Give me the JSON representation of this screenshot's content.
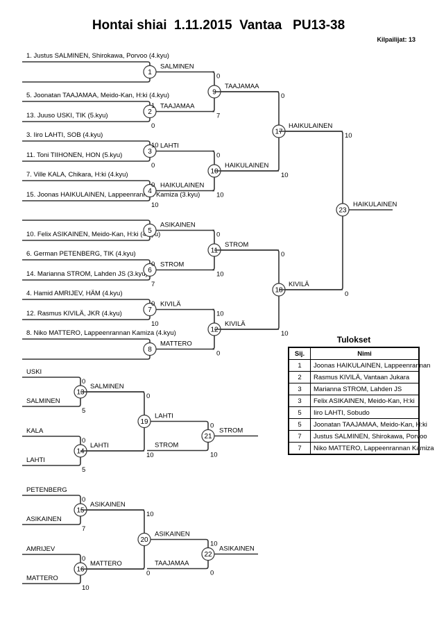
{
  "header": {
    "title": "Hontai shiai  1.11.2015  Vantaa   PU13-38",
    "competitors_label": "Kilpailijat: 13"
  },
  "main_bracket": {
    "entrants": [
      "1. Justus SALMINEN, Shirokawa, Porvoo (4.kyu)",
      "",
      "5. Joonatan TAAJAMAA, Meido-Kan, H:ki (4.kyu)",
      "13. Juuso USKI, TIK (5.kyu)",
      "3. Iiro LAHTI, SOB (4.kyu)",
      "11. Toni TIIHONEN, HON (5.kyu)",
      "7. Ville KALA, Chikara, H:ki (4.kyu)",
      "15. Joonas  HAIKULAINEN, Lappeenrannan Kamiza (3.kyu)",
      "",
      "10. Felix ASIKAINEN, Meido-Kan, H:ki (4.kyu)",
      "6. German PETENBERG, TIK (4.kyu)",
      "14. Marianna  STROM, Lahden JS (3.kyu)",
      "4. Hamid AMRIJEV, HÄM (4.kyu)",
      "12. Rasmus KIVILÄ, JKR (4.kyu)",
      "8. Niko MATTERO, Lappeenrannan Kamiza (4.kyu)",
      ""
    ],
    "round1": [
      {
        "num": "1",
        "winner": "SALMINEN",
        "scores": [
          "",
          ""
        ]
      },
      {
        "num": "2",
        "winner": "TAAJAMAA",
        "scores": [
          "1",
          "0"
        ]
      },
      {
        "num": "3",
        "winner": "LAHTI",
        "scores": [
          "10",
          "0"
        ]
      },
      {
        "num": "4",
        "winner": "HAIKULAINEN",
        "scores": [
          "0",
          "10"
        ]
      },
      {
        "num": "5",
        "winner": "ASIKAINEN",
        "scores": [
          "",
          ""
        ]
      },
      {
        "num": "6",
        "winner": "STROM",
        "scores": [
          "0",
          "7"
        ]
      },
      {
        "num": "7",
        "winner": "KIVILÄ",
        "scores": [
          "0",
          "10"
        ]
      },
      {
        "num": "8",
        "winner": "MATTERO",
        "scores": [
          "",
          ""
        ]
      }
    ],
    "round2": [
      {
        "num": "9",
        "winner": "TAAJAMAA",
        "scores": [
          "0",
          "7"
        ]
      },
      {
        "num": "10",
        "winner": "HAIKULAINEN",
        "scores": [
          "0",
          "10"
        ]
      },
      {
        "num": "11",
        "winner": "STROM",
        "scores": [
          "0",
          "10"
        ]
      },
      {
        "num": "12",
        "winner": "KIVILÄ",
        "scores": [
          "10",
          "0"
        ]
      }
    ],
    "round3": [
      {
        "num": "17",
        "winner": "HAIKULAINEN",
        "scores": [
          "0",
          "10"
        ]
      },
      {
        "num": "18",
        "winner": "KIVILÄ",
        "scores": [
          "0",
          "10"
        ]
      }
    ],
    "final": {
      "num": "23",
      "winner": "HAIKULAINEN",
      "scores": [
        "10",
        "0"
      ]
    }
  },
  "repechage": [
    {
      "entrants": [
        "USKI",
        "SALMINEN",
        "KALA",
        "LAHTI"
      ],
      "round1": [
        {
          "num": "13",
          "winner": "SALMINEN",
          "scores": [
            "0",
            "5"
          ]
        },
        {
          "num": "14",
          "winner": "LAHTI",
          "scores": [
            "0",
            "5"
          ]
        }
      ],
      "semi": {
        "num": "19",
        "winner": "LAHTI",
        "scores": [
          "0",
          "10"
        ]
      },
      "bronze": {
        "num": "21",
        "opponent": "STROM",
        "winner": "STROM",
        "scores": [
          "0",
          "10"
        ]
      }
    },
    {
      "entrants": [
        "PETENBERG",
        "ASIKAINEN",
        "AMRIJEV",
        "MATTERO"
      ],
      "round1": [
        {
          "num": "15",
          "winner": "ASIKAINEN",
          "scores": [
            "0",
            "7"
          ]
        },
        {
          "num": "16",
          "winner": "MATTERO",
          "scores": [
            "0",
            "10"
          ]
        }
      ],
      "semi": {
        "num": "20",
        "winner": "ASIKAINEN",
        "scores": [
          "10",
          "0"
        ]
      },
      "bronze": {
        "num": "22",
        "opponent": "TAAJAMAA",
        "winner": "ASIKAINEN",
        "scores": [
          "10",
          "0"
        ]
      }
    }
  ],
  "results": {
    "title": "Tulokset",
    "headers": [
      "Sij.",
      "Nimi"
    ],
    "rows": [
      {
        "place": "1",
        "name": "Joonas  HAIKULAINEN, Lappeenrannan"
      },
      {
        "place": "2",
        "name": "Rasmus KIVILÄ, Vantaan Jukara"
      },
      {
        "place": "3",
        "name": "Marianna  STROM, Lahden JS"
      },
      {
        "place": "3",
        "name": "Felix ASIKAINEN, Meido-Kan, H:ki"
      },
      {
        "place": "5",
        "name": "Iiro LAHTI, Sobudo"
      },
      {
        "place": "5",
        "name": "Joonatan TAAJAMAA, Meido-Kan, H:ki"
      },
      {
        "place": "7",
        "name": "Justus SALMINEN, Shirokawa, Porvoo"
      },
      {
        "place": "7",
        "name": "Niko MATTERO, Lappeenrannan Kamiza"
      }
    ]
  },
  "colors": {
    "line": "#333333",
    "text": "#000000",
    "background": "#ffffff"
  }
}
